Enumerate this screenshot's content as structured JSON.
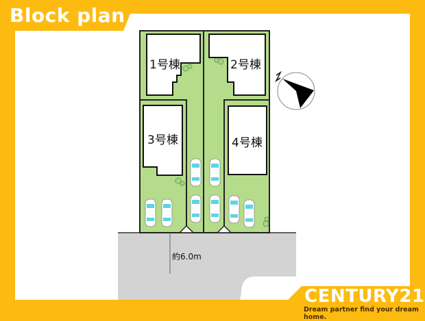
{
  "header": {
    "title": "Block plan"
  },
  "lots": [
    {
      "label": "1号棟"
    },
    {
      "label": "2号棟"
    },
    {
      "label": "3号棟"
    },
    {
      "label": "4号棟"
    }
  ],
  "road": {
    "width_label": "約6.0m"
  },
  "compass": {
    "label": "N",
    "icon": "north-arrow-icon"
  },
  "brand": {
    "name": "CENTURY21",
    "tagline": "Dream partner find your dream home."
  },
  "colors": {
    "background": "#FDBB12",
    "lot": "#B5DC8A",
    "road": "#D3D3D3",
    "car_glass": "#5FD3E6"
  }
}
